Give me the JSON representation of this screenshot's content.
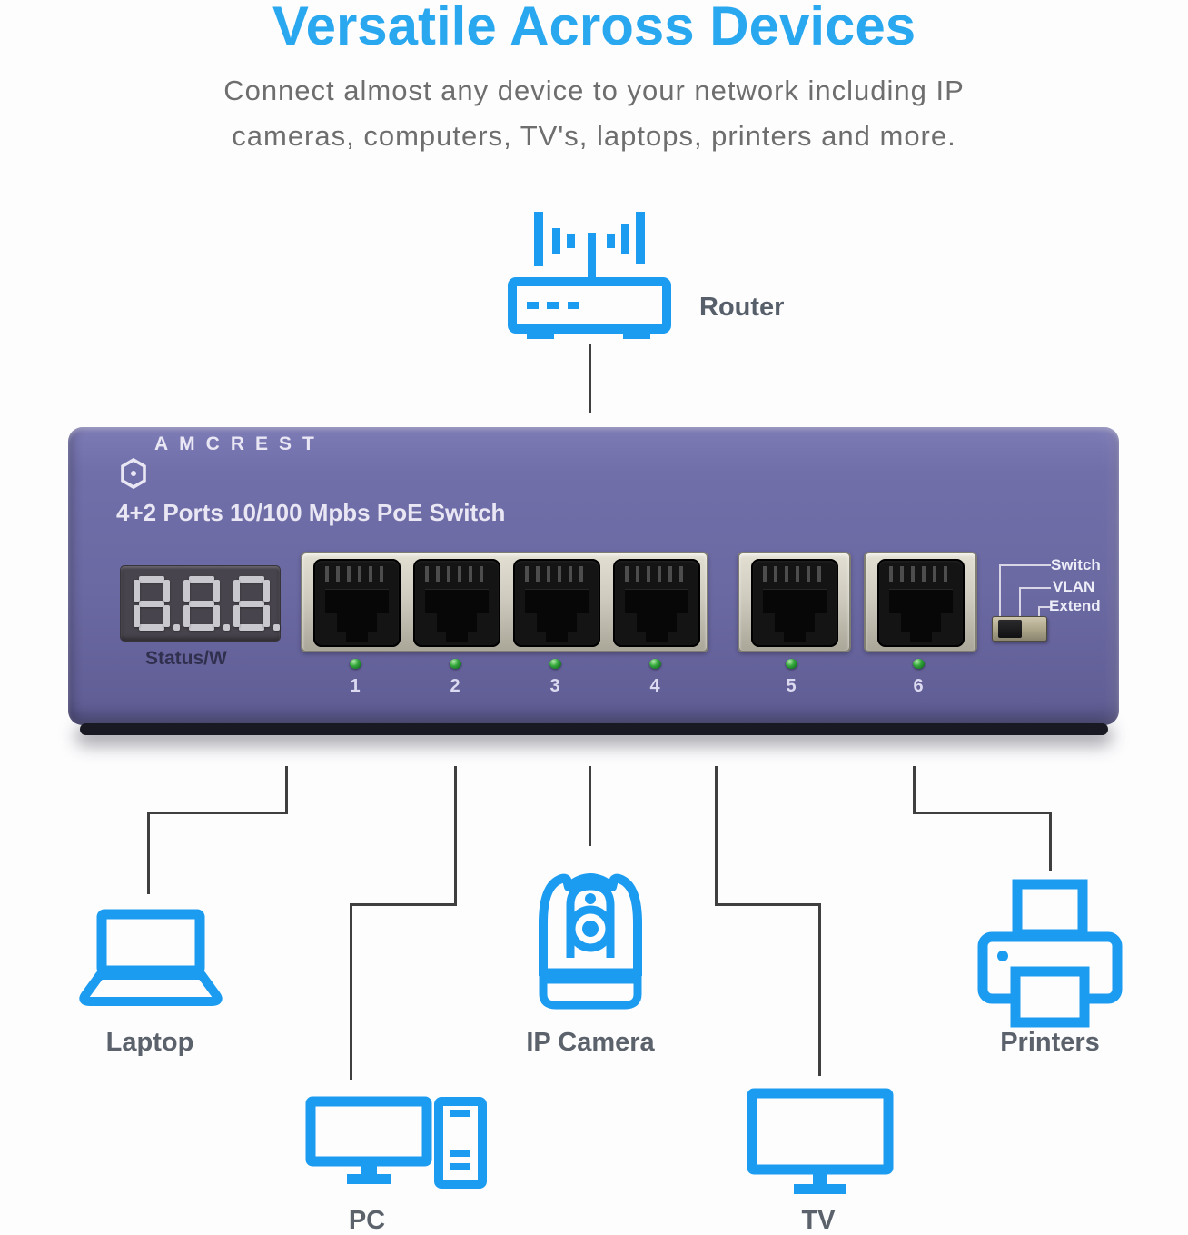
{
  "header": {
    "title": "Versatile Across Devices",
    "subtitle_line1": "Connect almost any device to your network including IP",
    "subtitle_line2": "cameras, computers, TV's, laptops, printers and more."
  },
  "colors": {
    "title_blue": "#29a8f0",
    "icon_blue": "#1b9cf0",
    "label_gray": "#5b626b",
    "switch_purple": "#6b69a2",
    "connector_line": "#3f3f3f",
    "led_green": "#2f9e38"
  },
  "router": {
    "label": "Router"
  },
  "poe_switch": {
    "brand": "AMCREST",
    "model": "4+2 Ports 10/100 Mpbs PoE Switch",
    "display": {
      "value": "8.8.8.",
      "label": "Status/W"
    },
    "port_numbers": [
      "1",
      "2",
      "3",
      "4",
      "5",
      "6"
    ],
    "mode_labels": [
      "Switch",
      "VLAN",
      "Extend"
    ]
  },
  "devices": [
    {
      "label": "Laptop"
    },
    {
      "label": "PC"
    },
    {
      "label": "IP Camera"
    },
    {
      "label": "TV"
    },
    {
      "label": "Printers"
    }
  ]
}
